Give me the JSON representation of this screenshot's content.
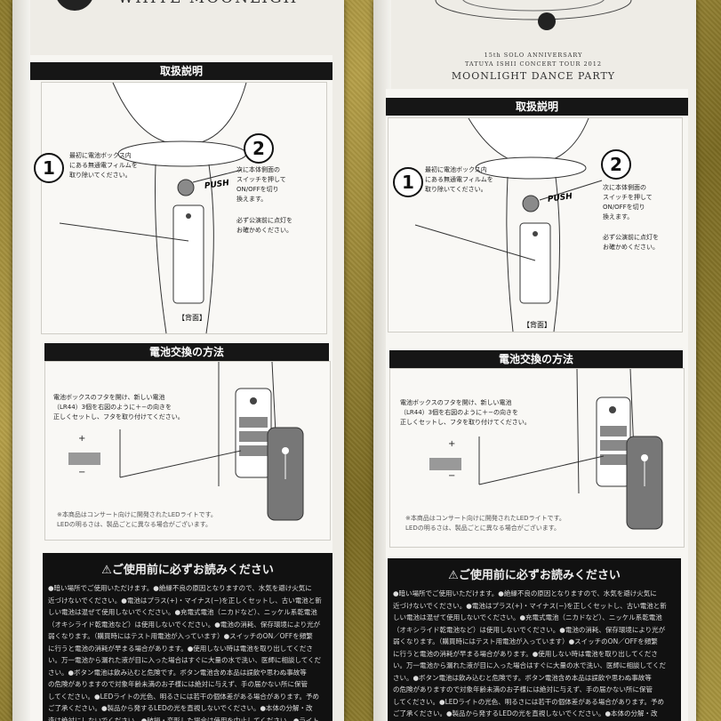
{
  "left": {
    "brand_title": "WHITE MOONLIGH",
    "instr_header": "取扱説明",
    "step1_num": "1",
    "step2_num": "2",
    "step1_text": "最初に電池ボックス内\nにある無通電フィルムを\n取り除いてください。",
    "step2_text": "次に本体側面の\nスイッチを押して\nON/OFFを切り\n換えます。",
    "step2_note": "必ず公演前に点灯を\nお確かめください。",
    "push": "PUSH",
    "back_caption": "【背面】",
    "battery_header": "電池交換の方法",
    "battery_text": "電池ボックスのフタを開け、新しい電池\n（LR44）3個を右図のように＋−の向きを\n正しくセットし、フタを取り付けてください。",
    "plus": "+",
    "minus": "−",
    "led_note": "※本商品はコンサート向けに開発されたLEDライトです。\nLEDの明るさは、製品ごとに異なる場合がございます。",
    "warn_title": "⚠ご使用前に必ずお読みください",
    "warn_body": "●暗い場所でご使用いただけます。●絶縁不良の原因となりますので、水気を避け火気に\n近づけないでください。●電池はプラス(+)・マイナス(−)を正しくセットし、古い電池と新\nしい電池は混ぜて使用しないでください。●充電式電池（ニカドなど）、ニッケル系乾電池\n（オキシライド乾電池など）は使用しないでください。●電池の消耗、保存環境により光が\n弱くなります。（購買時にはテスト用電池が入っています）●スイッチのON／OFFを頻繁\nに行うと電池の消耗が早まる場合があります。●使用しない時は電池を取り出してくださ\nい。万一電池から漏れた液が目に入った場合はすぐに大量の水で洗い、医師に相談してくだ\nさい。●ボタン電池は飲み込むと危険です。ボタン電池含め本品は誤飲や思わぬ事故等\nの危険がありますので対象年齢未満のお子様には絶対に与えず、手の届かない所に保管\nしてください。●LEDライトの光色、明るさには若干の個体差がある場合があります。予め\nご了承ください。●製品から発するLEDの光を直視しないでください。●本体の分解・改\n造は絶対にしないでください。●破損・変形した場合は使用を中止してください。●ライト"
  },
  "right": {
    "anniv": "15th SOLO ANNIVERSARY",
    "tour": "TATUYA ISHII CONCERT TOUR 2012",
    "event_title": "MOONLIGHT DANCE PARTY",
    "instr_header": "取扱説明",
    "step1_num": "1",
    "step2_num": "2",
    "step1_text": "最初に電池ボックス内\nにある無通電フィルムを\n取り除いてください。",
    "step2_text": "次に本体側面の\nスイッチを押して\nON/OFFを切り\n換えます。",
    "step2_note": "必ず公演前に点灯を\nお確かめください。",
    "push": "PUSH",
    "back_caption": "【背面】",
    "battery_header": "電池交換の方法",
    "battery_text": "電池ボックスのフタを開け、新しい電池\n（LR44）3個を右図のように＋−の向きを\n正しくセットし、フタを取り付けてください。",
    "plus": "+",
    "minus": "−",
    "led_note": "※本商品はコンサート向けに開発されたLEDライトです。\nLEDの明るさは、製品ごとに異なる場合がございます。",
    "warn_title": "⚠ご使用前に必ずお読みください",
    "warn_body": "●暗い場所でご使用いただけます。●絶縁不良の原因となりますので、水気を避け火気に\n近づけないでください。●電池はプラス(+)・マイナス(−)を正しくセットし、古い電池と新\nしい電池は混ぜて使用しないでください。●充電式電池（ニカドなど）、ニッケル系乾電池\n（オキシライド乾電池など）は使用しないでください。●電池の消耗、保存環境により光が\n弱くなります。（購買時にはテスト用電池が入っています）●スイッチのON／OFFを頻繁\nに行うと電池の消耗が早まる場合があります。●使用しない時は電池を取り出してくださ\nい。万一電池から漏れた液が目に入った場合はすぐに大量の水で洗い、医師に相談してくだ\nさい。●ボタン電池は飲み込むと危険です。ボタン電池含め本品は誤飲や思わぬ事故等\nの危険がありますので対象年齢未満のお子様には絶対に与えず、手の届かない所に保管\nしてください。●LEDライトの光色、明るさには若干の個体差がある場合があります。予め\nご了承ください。●製品から発するLEDの光を直視しないでください。●本体の分解・改\n造は絶対にしないでください。●破損・変形した場合は使用を中止してください。●ライト"
  }
}
